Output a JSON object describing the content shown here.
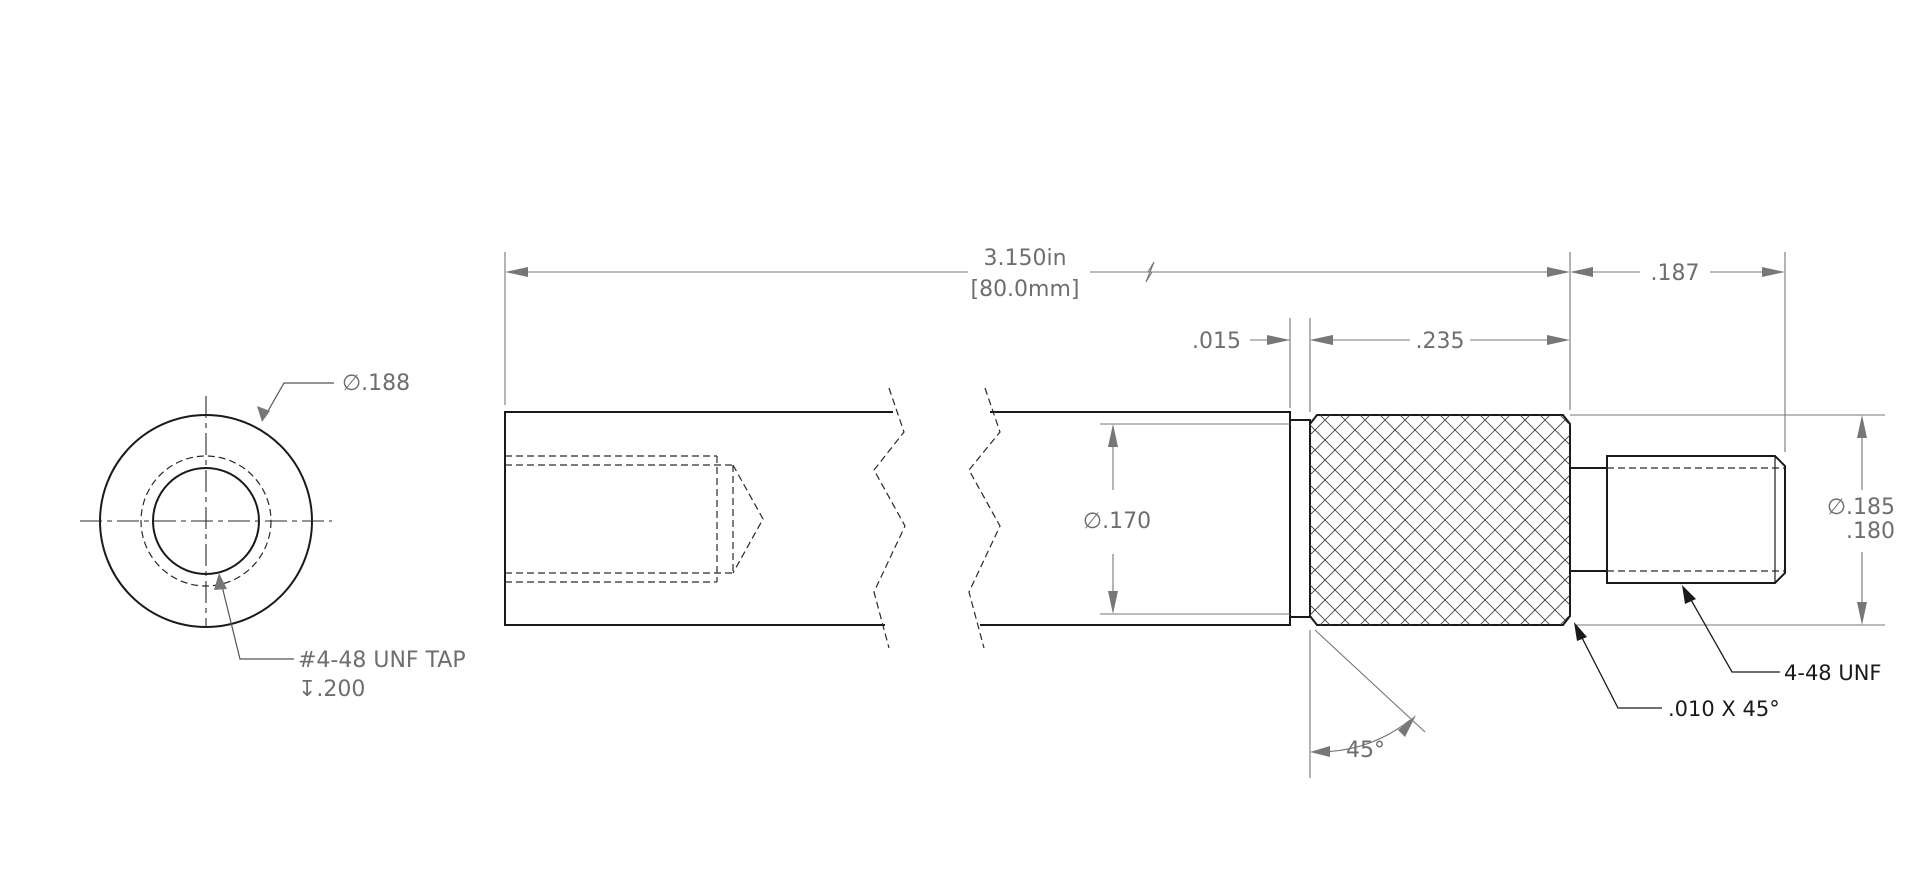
{
  "end_view": {
    "outer_diameter": "∅.188",
    "tap_callout": "#4-48 UNF TAP",
    "tap_depth": "↧.200"
  },
  "side_view": {
    "overall_length_in": "3.150in",
    "overall_length_mm": "[80.0mm]",
    "stud_length": ".187",
    "groove_width": ".015",
    "knurl_length": ".235",
    "body_diameter": "∅.170",
    "stud_diameter_max": "∅.185",
    "stud_diameter_min": ".180",
    "thread_callout": "4-48 UNF",
    "chamfer_callout": ".010 X 45°",
    "chamfer_angle": "45°"
  }
}
